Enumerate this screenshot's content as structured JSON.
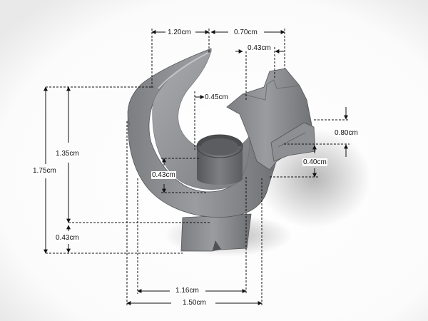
{
  "dimensions": {
    "top_left_width": "1.20cm",
    "top_right_width": "0.70cm",
    "slot_width": "0.43cm",
    "wall_thickness": "0.45cm",
    "clip_height": "0.80cm",
    "clip_offset": "0.40cm",
    "overall_height": "1.75cm",
    "upper_height": "1.35cm",
    "lower_height": "0.43cm",
    "inner_tube_height": "0.43cm",
    "inner_width": "1.16cm",
    "overall_width": "1.50cm"
  },
  "colors": {
    "part": "#8a8c8f",
    "part_dark": "#5f6163",
    "part_light": "#b4b6b8",
    "background": "#ffffff"
  }
}
